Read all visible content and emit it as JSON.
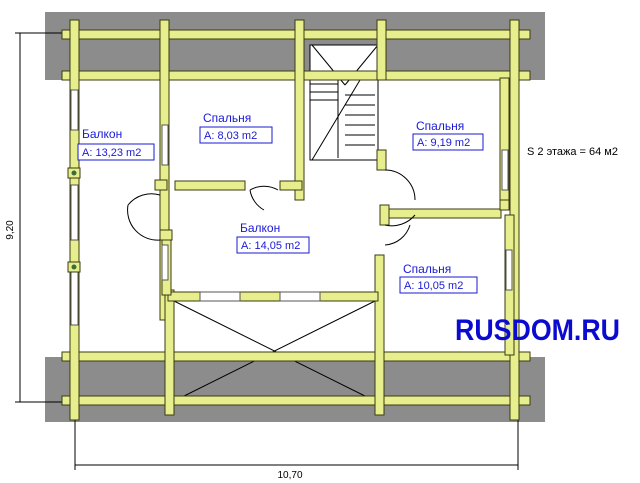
{
  "plan": {
    "total_area": "S 2 этажа = 64 м2",
    "dim_width": "10,70",
    "dim_height": "9,20",
    "brand": "RUSDOM.RU",
    "rooms": [
      {
        "name": "Балкон",
        "area": "A: 13,23 m2"
      },
      {
        "name": "Спальня",
        "area": "A: 8,03 m2"
      },
      {
        "name": "Спальня",
        "area": "A: 9,19 m2"
      },
      {
        "name": "Балкон",
        "area": "A: 14,05 m2"
      },
      {
        "name": "Спальня",
        "area": "A: 10,05 m2"
      }
    ]
  },
  "colors": {
    "wall": "#e6ee8e",
    "roof": "#8c8c8c",
    "label": "#1a1ad6",
    "brand": "#0a0ad0"
  }
}
